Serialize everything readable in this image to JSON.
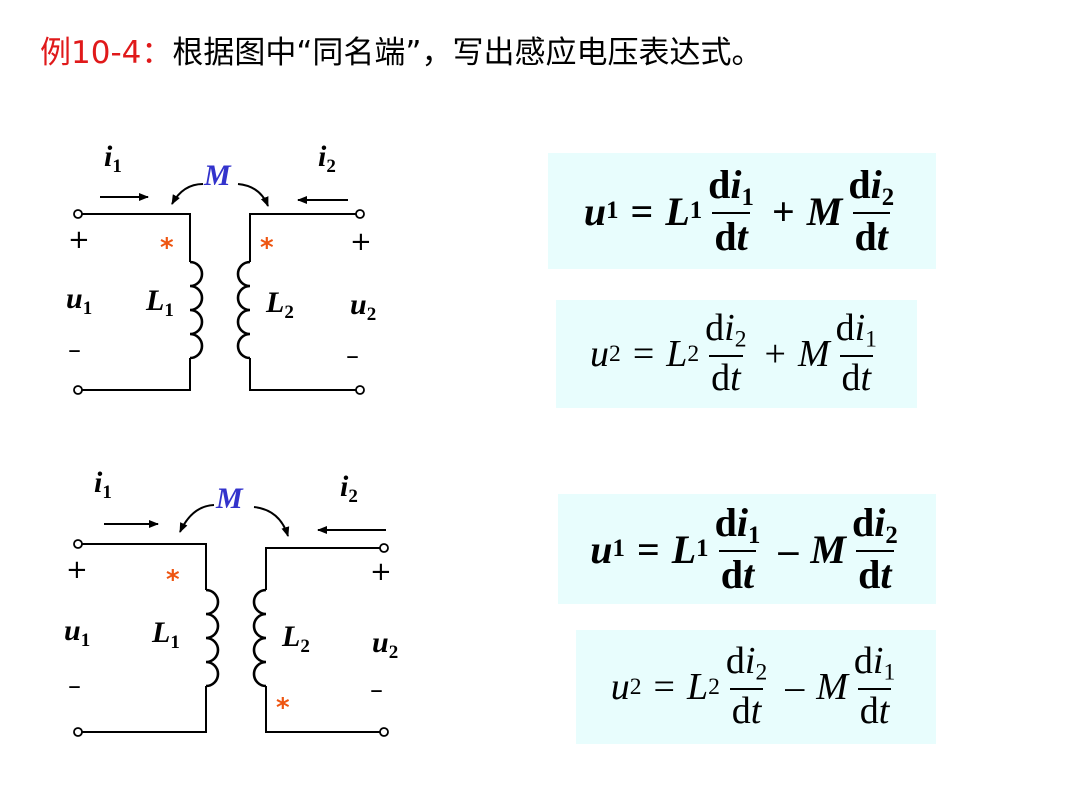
{
  "title": {
    "example_label": "例10-4：",
    "text": "根据图中“同名端”，写出感应电压表达式。"
  },
  "circuits": [
    {
      "i1": "i",
      "i1_sub": "1",
      "i2": "i",
      "i2_sub": "2",
      "m": "M",
      "u1": "u",
      "u1_sub": "1",
      "u2": "u",
      "u2_sub": "2",
      "l1": "L",
      "l1_sub": "1",
      "l2": "L",
      "l2_sub": "2",
      "plus": "+",
      "minus": "–",
      "dot_symbol": "*"
    },
    {
      "i1": "i",
      "i1_sub": "1",
      "i2": "i",
      "i2_sub": "2",
      "m": "M",
      "u1": "u",
      "u1_sub": "1",
      "u2": "u",
      "u2_sub": "2",
      "l1": "L",
      "l1_sub": "1",
      "l2": "L",
      "l2_sub": "2",
      "plus": "+",
      "minus": "–",
      "dot_symbol": "*"
    }
  ],
  "formulas": [
    {
      "lhs": "u",
      "lhs_sub": "1",
      "eq": "=",
      "c1": "L",
      "c1_sub": "1",
      "n1": "d",
      "n1_var": "i",
      "n1_sub": "1",
      "den": "d",
      "den_var": "t",
      "op": "+",
      "c2": "M",
      "n2": "d",
      "n2_var": "i",
      "n2_sub": "2",
      "den2": "d",
      "den2_var": "t"
    },
    {
      "lhs": "u",
      "lhs_sub": "2",
      "eq": "=",
      "c1": "L",
      "c1_sub": "2",
      "n1": "d",
      "n1_var": "i",
      "n1_sub": "2",
      "den": "d",
      "den_var": "t",
      "op": "+",
      "c2": "M",
      "n2": "d",
      "n2_var": "i",
      "n2_sub": "1",
      "den2": "d",
      "den2_var": "t"
    },
    {
      "lhs": "u",
      "lhs_sub": "1",
      "eq": "=",
      "c1": "L",
      "c1_sub": "1",
      "n1": "d",
      "n1_var": "i",
      "n1_sub": "1",
      "den": "d",
      "den_var": "t",
      "op": "–",
      "c2": "M",
      "n2": "d",
      "n2_var": "i",
      "n2_sub": "2",
      "den2": "d",
      "den2_var": "t"
    },
    {
      "lhs": "u",
      "lhs_sub": "2",
      "eq": "=",
      "c1": "L",
      "c1_sub": "2",
      "n1": "d",
      "n1_var": "i",
      "n1_sub": "2",
      "den": "d",
      "den_var": "t",
      "op": "–",
      "c2": "M",
      "n2": "d",
      "n2_var": "i",
      "n2_sub": "1",
      "den2": "d",
      "den2_var": "t"
    }
  ],
  "colors": {
    "example_red": "#e0191a",
    "dot_orange": "#ee5511",
    "mutual_blue": "#3333cc",
    "formula_bg": "#e8fdfd"
  }
}
